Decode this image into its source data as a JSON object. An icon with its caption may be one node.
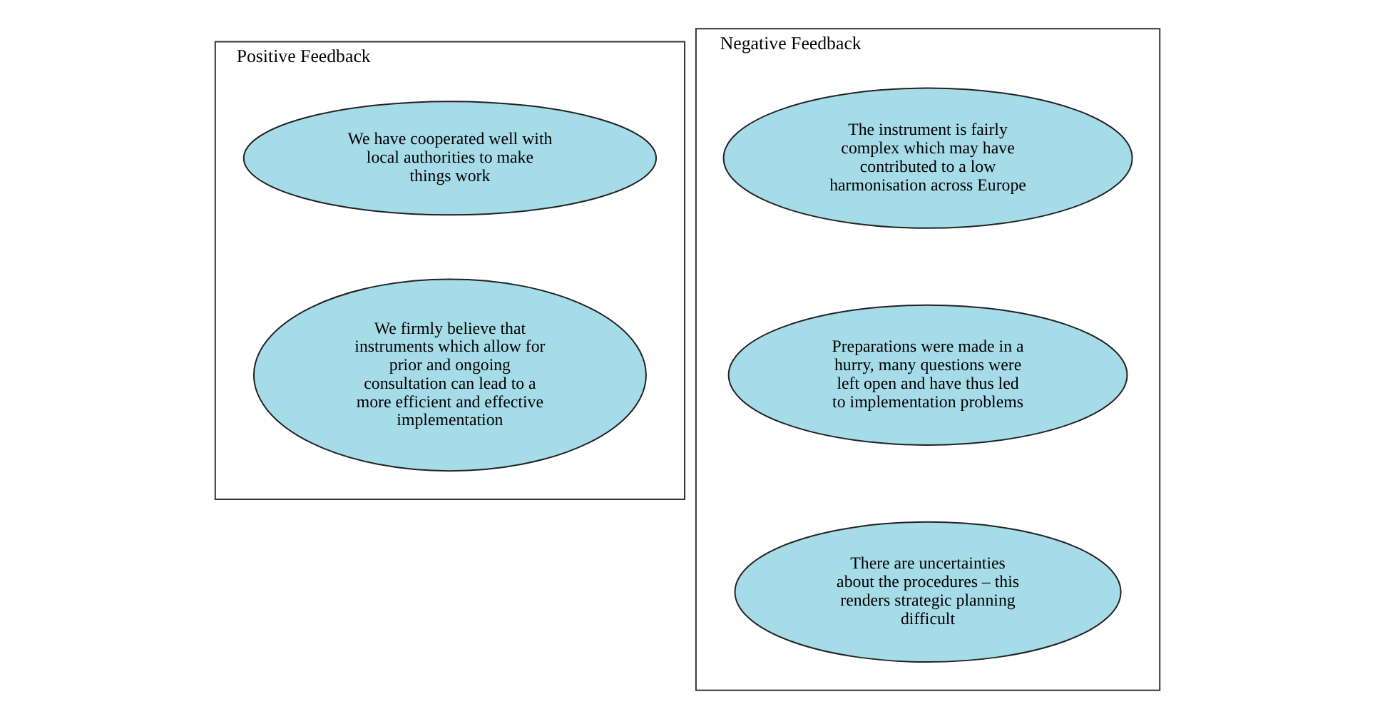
{
  "diagram": {
    "nodes": [
      {
        "text": [
          "Positive Feedback"
        ]
      },
      {
        "text": [
          "We have cooperated well with local authorities to make things work"
        ],
        "in": 0
      },
      {
        "text": [
          "We firmly believe that instruments which allow for prior and ongoing consultation can lead to a more efficient and effective implementation"
        ],
        "in": 0
      },
      {
        "text": [
          "Negative Feedback"
        ]
      },
      {
        "text": [
          "The instrument is fairly complex which may have contributed to a low harmonisation across Europe"
        ],
        "in": 3
      },
      {
        "text": [
          "Preparations were made in a hurry, many questions were left open and have thus led to implementation problems"
        ],
        "in": 3
      },
      {
        "text": [
          "There are uncertainties about the procedures – this renders strategic planning difficult"
        ],
        "in": 3
      }
    ],
    "edges": []
  }
}
